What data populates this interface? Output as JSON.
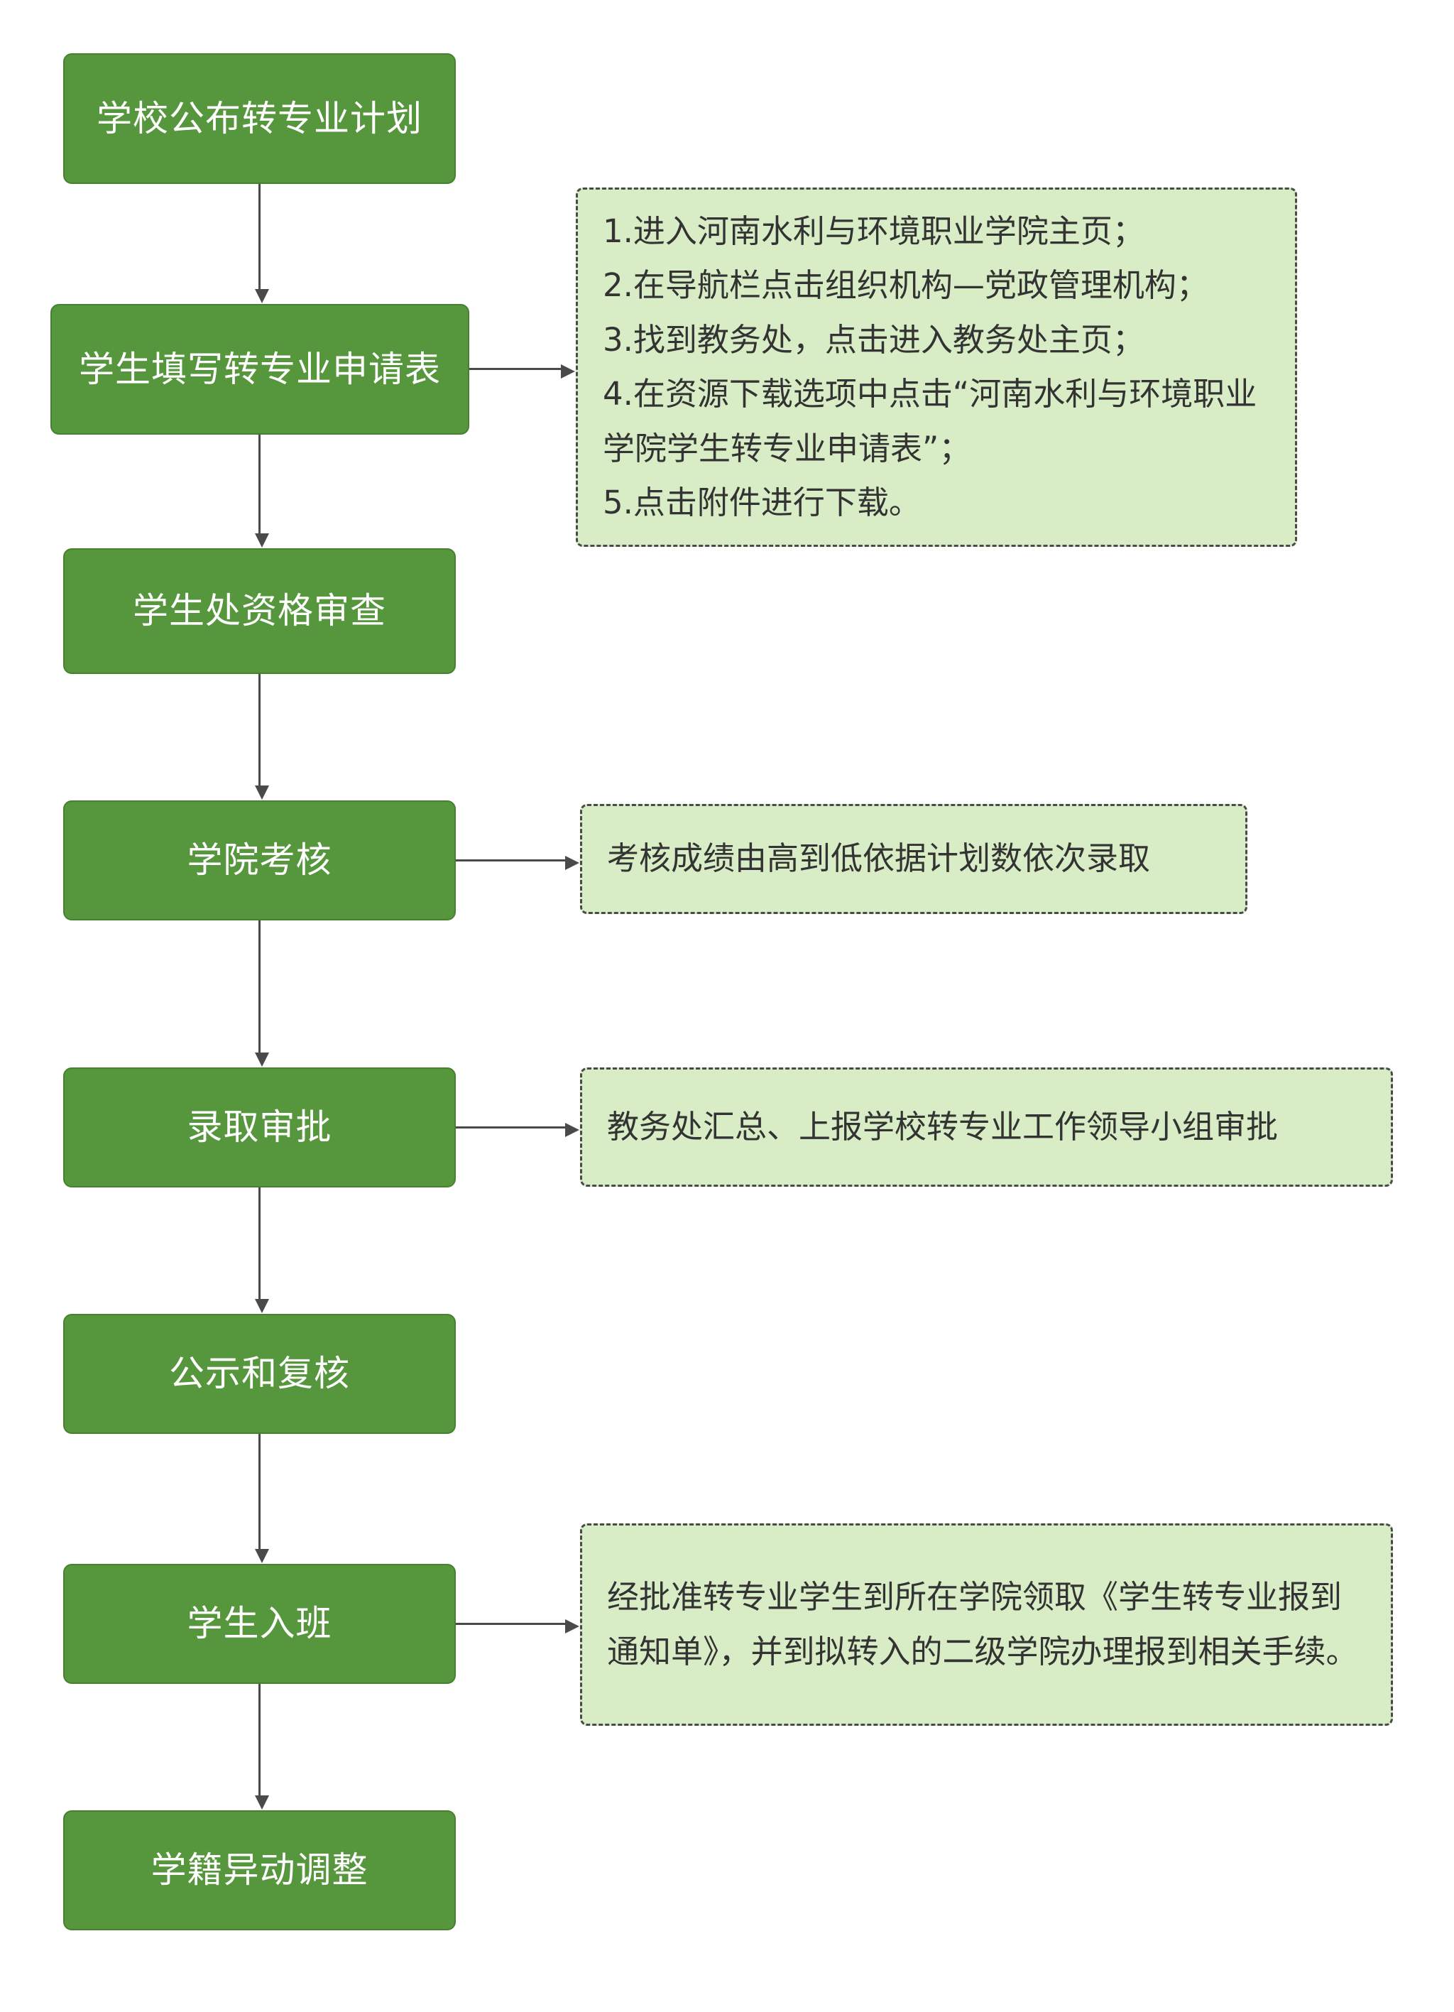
{
  "colors": {
    "background": "#ffffff",
    "step_fill": "#56963C",
    "step_border": "#47812F",
    "step_text": "#ffffff",
    "note_fill": "#D8EDC5",
    "note_border": "#4A4A4A",
    "note_text": "#333333",
    "arrow": "#4A4A4A"
  },
  "flowchart": {
    "steps": [
      {
        "label": "学校公布转专业计划"
      },
      {
        "label": "学生填写转专业申请表"
      },
      {
        "label": "学生处资格审查"
      },
      {
        "label": "学院考核"
      },
      {
        "label": "录取审批"
      },
      {
        "label": "公示和复核"
      },
      {
        "label": "学生入班"
      },
      {
        "label": "学籍异动调整"
      }
    ],
    "notes": [
      {
        "attached_step": "学生填写转专业申请表",
        "text": "1.进入河南水利与环境职业学院主页；\n2.在导航栏点击组织机构—党政管理机构；\n3.找到教务处，点击进入教务处主页；\n4.在资源下载选项中点击“河南水利与环境职业学院学生转专业申请表”；\n5.点击附件进行下载。"
      },
      {
        "attached_step": "学院考核",
        "text": "考核成绩由高到低依据计划数依次录取"
      },
      {
        "attached_step": "录取审批",
        "text": "教务处汇总、上报学校转专业工作领导小组审批"
      },
      {
        "attached_step": "学生入班",
        "text": "经批准转专业学生到所在学院领取《学生转专业报到通知单》，并到拟转入的二级学院办理报到相关手续。"
      }
    ],
    "edges": [
      {
        "from": "学校公布转专业计划",
        "to": "学生填写转专业申请表"
      },
      {
        "from": "学生填写转专业申请表",
        "to": "学生处资格审查"
      },
      {
        "from": "学生处资格审查",
        "to": "学院考核"
      },
      {
        "from": "学院考核",
        "to": "录取审批"
      },
      {
        "from": "录取审批",
        "to": "公示和复核"
      },
      {
        "from": "公示和复核",
        "to": "学生入班"
      },
      {
        "from": "学生入班",
        "to": "学籍异动调整"
      }
    ]
  }
}
